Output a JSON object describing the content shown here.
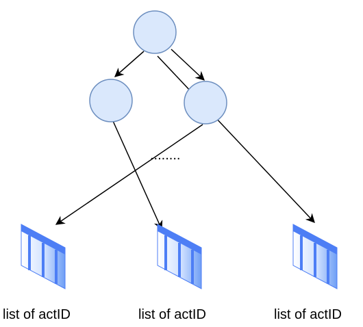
{
  "diagram": {
    "ellipsis": "........",
    "tables": [
      {
        "label": "list of actID"
      },
      {
        "label": "list of actID"
      },
      {
        "label": "list of actID"
      }
    ]
  },
  "colors": {
    "node_fill": "#dae8fc",
    "node_stroke": "#6c8ebf",
    "edge": "#000000",
    "table_header": "#4d7ef5",
    "table_body_light": "#eaf1ff",
    "table_body_dark": "#7aa7f7"
  }
}
